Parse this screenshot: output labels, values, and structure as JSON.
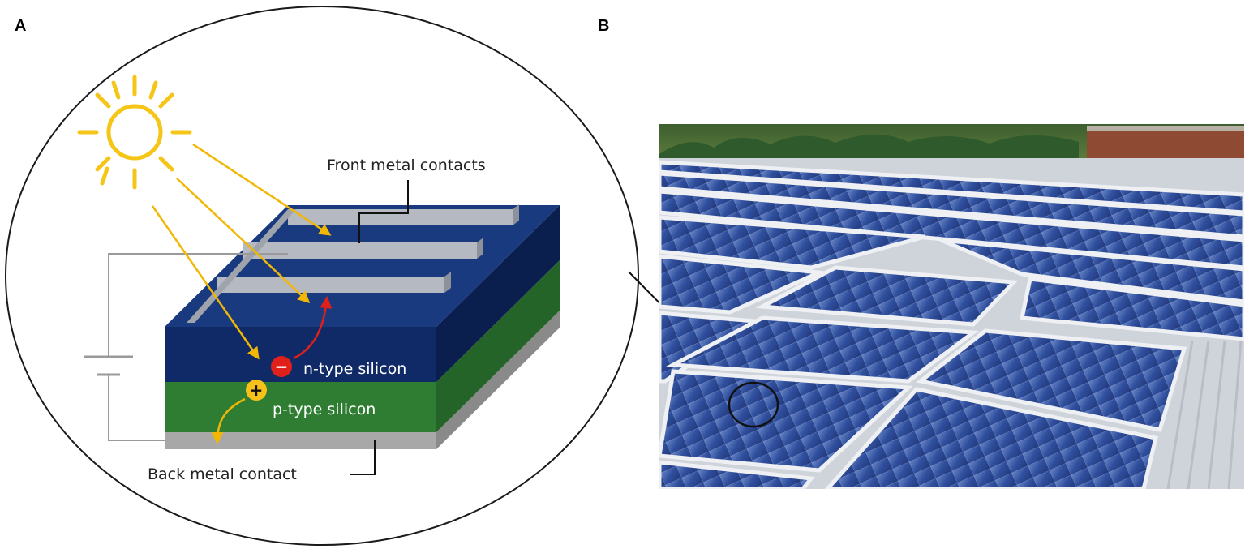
{
  "panels": {
    "a": {
      "label": "A",
      "callouts": {
        "front_contacts": "Front metal contacts",
        "back_contact": "Back metal contact"
      },
      "layers": {
        "n_type": "n-type silicon",
        "p_type": "p-type silicon"
      },
      "charges": {
        "electron": "−",
        "hole": "+"
      }
    },
    "b": {
      "label": "B"
    }
  },
  "colors": {
    "n_type": "#0f2a66",
    "p_type": "#2e7d32",
    "back_contact": "#a8a8a8",
    "front_contacts": "#b4b9c2",
    "sun": "#f5c518",
    "light_ray": "#f2b705",
    "electron": "#e0201b",
    "hole": "#f6c21a",
    "electron_path": "#e0201b",
    "panel_blue": "#2f4f9e",
    "panel_frame": "#e6e8ec",
    "trees": "#2f5a2b",
    "building": "#8e4a33"
  }
}
